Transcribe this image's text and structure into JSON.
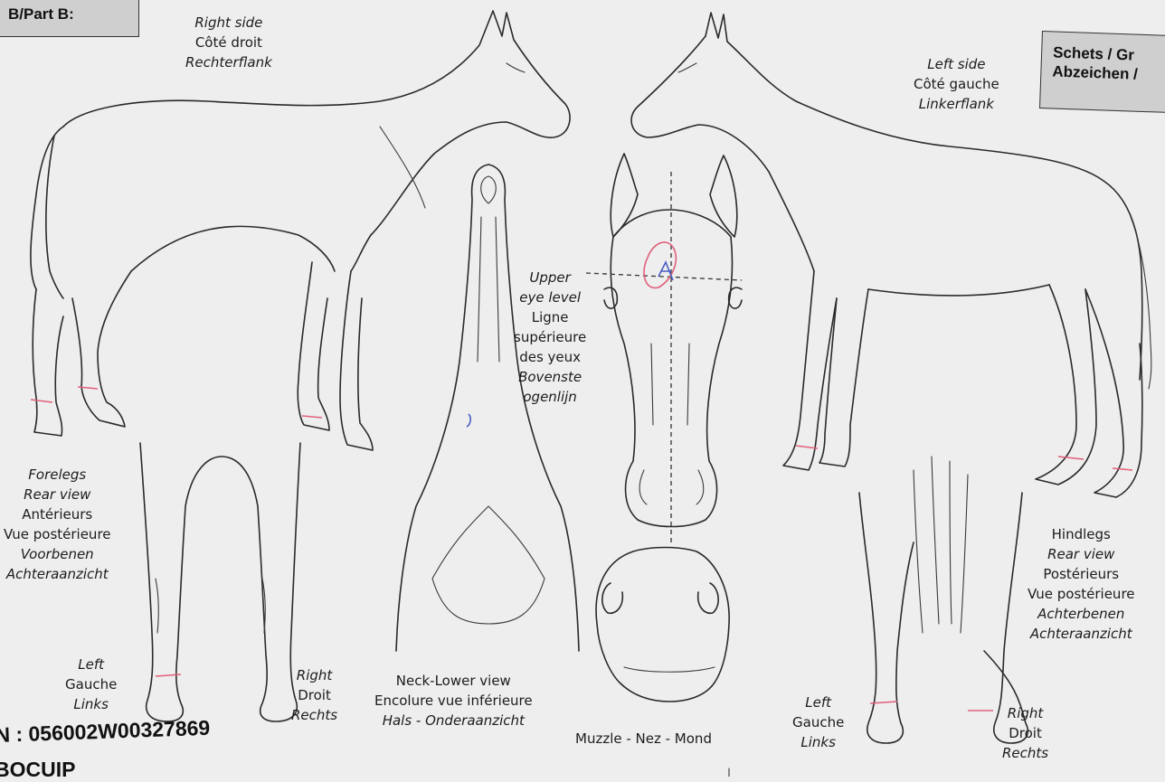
{
  "header": {
    "part_label": "B/Part B:",
    "sketch_line1": "Schets / Gr",
    "sketch_line2": "Abzeichen /"
  },
  "views": {
    "right_side": {
      "en": "Right side",
      "fr": "Côté droit",
      "nl": "Rechterflank"
    },
    "left_side": {
      "en": "Left side",
      "fr": "Côté gauche",
      "nl": "Linkerflank"
    },
    "eye_level": [
      "Upper",
      "eye level",
      "Ligne",
      "supérieure",
      "des yeux",
      "Bovenste",
      "ogenlijn"
    ],
    "forelegs": [
      "Forelegs",
      "Rear view",
      "Antérieurs",
      "Vue postérieure",
      "Voorbenen",
      "Achteraanzicht"
    ],
    "hindlegs": [
      "Hindlegs",
      "Rear view",
      "Postérieurs",
      "Vue postérieure",
      "Achterbenen",
      "Achteraanzicht"
    ],
    "fore_left": [
      "Left",
      "Gauche",
      "Links"
    ],
    "fore_right": [
      "Right",
      "Droit",
      "Rechts"
    ],
    "hind_left": [
      "Left",
      "Gauche",
      "Links"
    ],
    "hind_right": [
      "Right",
      "Droit",
      "Rechts"
    ],
    "neck": {
      "en": "Neck-Lower view",
      "fr": "Encolure vue inférieure",
      "nl": "Hals - Onderaanzicht"
    },
    "muzzle": "Muzzle - Nez - Mond"
  },
  "id_number": "N : 056002W00327869",
  "name_partial": "BOCUIP",
  "colors": {
    "marking_red": "#e0607a",
    "marking_blue": "#4a5fc4",
    "header_fill": "#cfcfcf"
  }
}
